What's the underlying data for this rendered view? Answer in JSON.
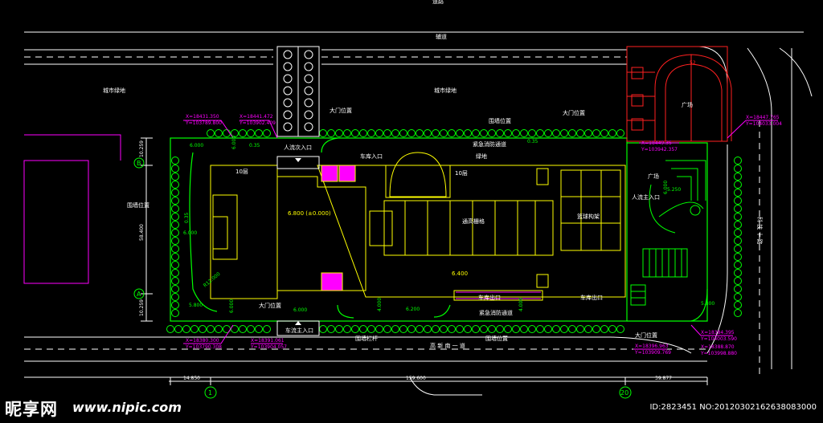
{
  "labels": {
    "top_road_partial": "道路",
    "road_top": "辅道",
    "green_left": "城市绿地",
    "green_mid": "城市绿地",
    "main_entrance": "大门位置",
    "main_entrance_right": "大门位置",
    "wall_pos_top": "围墙位置",
    "wall_pos_left": "围墙位置",
    "wall_pos_bottom": "围墙位置",
    "pedestrian_entry": "人流次入口",
    "fire_lane_top": "紧急消防通道",
    "fire_lane_bottom": "紧急消防通道",
    "garage_entry": "车库入口",
    "garage_exit": "车库出口",
    "garage_exit2": "车库出口",
    "green_belt": "绿地",
    "floors_left": "10层",
    "floors_mid": "10层",
    "atrium": "通高栅格",
    "canopy": "篮球构架",
    "level_main": "6.800 (±0.000)",
    "level_low": "6.400",
    "plaza": "广场",
    "plaza2": "广场",
    "pedestrian_main": "人流主入口",
    "vehicle_main": "车流主入口",
    "bottom_entrance": "大门位置",
    "bottom_entrance_right": "大门位置",
    "bottom_road": "高 新 南 一 道",
    "right_road": "科 技 十 路",
    "guard_wall": "围墙栏杆",
    "axis_b": "B",
    "axis_a": "A",
    "axis_1": "1",
    "axis_20": "20",
    "dim_left": "58.400",
    "dim_10259_top": "10.259",
    "dim_10259_bot": "10.259",
    "dim_14850": "14.850",
    "dim_159600": "159.600",
    "dim_39877": "39.877",
    "d6000_a": "6.000",
    "d6000_b": "6.000",
    "d6000_c": "6.000",
    "d6000_d": "6.000",
    "d6000_e": "6.000",
    "d6000_f": "6.000",
    "d5800_a": "5.800",
    "d5800_b": "5.800",
    "d4000_a": "4.000",
    "d4000_b": "4.000",
    "d6200": "6.200",
    "d5250": "5.250",
    "d0035_a": "0.35",
    "d0035_b": "0.35",
    "d0035_c": "0.35",
    "r12000": "R12.000",
    "r52": "52",
    "c1_x": "X=18431.350",
    "c1_y": "Y=103789.800",
    "c2_x": "X=18441.472",
    "c2_y": "Y=103902.409",
    "c3_x": "X=18447.765",
    "c3_y": "Y=104033.004",
    "c4_x": "X=18449.35",
    "c4_y": "Y=103942.357",
    "c5_x": "X=18380.300",
    "c5_y": "Y=103790.308",
    "c6_x": "X=18391.061",
    "c6_y": "Y=103904.057",
    "c7_x": "X=18384.395",
    "c7_y": "Y=104003.590",
    "c8_x": "X=18396.963",
    "c8_y": "Y=103909.769",
    "c9_x": "X=18388.870",
    "c9_y": "Y=103998.880"
  },
  "watermark": {
    "brand": "昵享网",
    "url": "www.nipic.com",
    "image_id": "ID:2823451 NO:20120302162638083000"
  },
  "colors": {
    "background": "#000000",
    "road_line": "#ffffff",
    "site_green": "#00ff00",
    "building_yellow": "#ffff00",
    "magenta": "#ff00ff",
    "plaza_red": "#ff2020",
    "cyan": "#00ffff"
  }
}
